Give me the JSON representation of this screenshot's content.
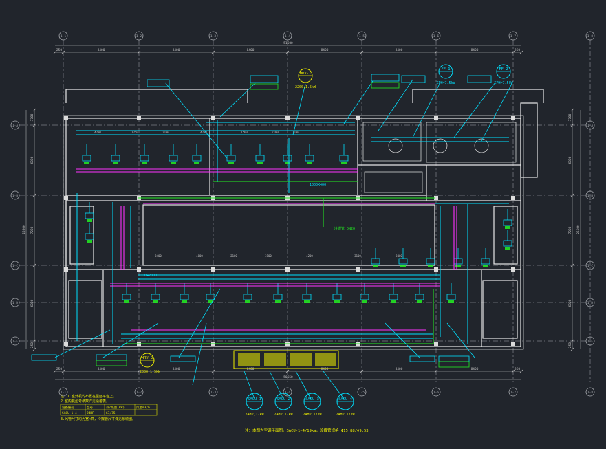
{
  "colors": {
    "background": "#21252c",
    "wall": "#e8e8e8",
    "axis": "#a9acb1",
    "duct": "#00e1ff",
    "supply": "#ff33ff",
    "pipe_green": "#22ee22",
    "pipe_yellow": "#eeee00",
    "dim_text": "#c8c8c8"
  },
  "grid_columns": [
    "1-1",
    "1-2",
    "1-3",
    "1-4",
    "1-5",
    "1-6",
    "1-7",
    "1-8"
  ],
  "grid_rows": [
    "1-A",
    "1-B",
    "1-C",
    "1-D",
    "1-E"
  ],
  "top_dims": {
    "overall": "51600",
    "spans": [
      "250",
      "8400",
      "8400",
      "8400",
      "8400",
      "8400",
      "8400",
      "250"
    ]
  },
  "bottom_dims": {
    "overall": "50650",
    "spans": [
      "250",
      "8400",
      "8400",
      "8400",
      "8400",
      "8400",
      "8400",
      "250"
    ]
  },
  "left_dims": {
    "overall": "25500",
    "spans": [
      "3700",
      "6000",
      "7200",
      "6000",
      "250"
    ]
  },
  "right_dims": {
    "overall": "25500",
    "spans": [
      "3700",
      "6000",
      "7200",
      "6000",
      "250"
    ]
  },
  "room_dims_top": [
    "4200",
    "1250",
    "2100",
    "4200",
    "1560",
    "2100",
    "1180"
  ],
  "room_dims_mid": [
    "2400",
    "4800",
    "2100",
    "3100",
    "4200",
    "3100",
    "2400"
  ],
  "outdoor_units": [
    {
      "id": "SACU-1",
      "sub": "24HP,17kW"
    },
    {
      "id": "SACU-2",
      "sub": "24HP,17kW"
    },
    {
      "id": "SACU-3",
      "sub": "24HP,17kW"
    },
    {
      "id": "SACU-4",
      "sub": "24HP,17kW"
    }
  ],
  "duct_units": [
    {
      "id": "FF-1",
      "sub": "ΣPH=7.5kW"
    },
    {
      "id": "FF-2",
      "sub": "ΣPH=7.5kW"
    }
  ],
  "fresh_air_units": [
    {
      "id": "HRV-1",
      "sub": "2200,1.5kW"
    },
    {
      "id": "HRV-2",
      "sub": "2000,1.5kW"
    }
  ],
  "legend": {
    "title_lines": [
      "注：1.室外机均布置在屋面平台上。",
      "2.室内机型号参数详见设备表。"
    ],
    "table": [
      [
        "设备编号",
        "型号",
        "冷/热量(kW)",
        "风量m3/h"
      ],
      [
        "SACU-1~4",
        "24HP",
        "67/75",
        "—"
      ]
    ],
    "footnote": "3.风管尺寸均为宽×高，冷媒管尺寸详见系统图。"
  },
  "bottom_note": "注：本图为空调平面图。SACU-1~4/19kW，冷媒管规格 Φ15.88/Φ9.53",
  "misc_labels": {
    "duct_main": "1000X400",
    "corridor_pipe": "冷媒管 DN20",
    "elev": "H=2800"
  }
}
